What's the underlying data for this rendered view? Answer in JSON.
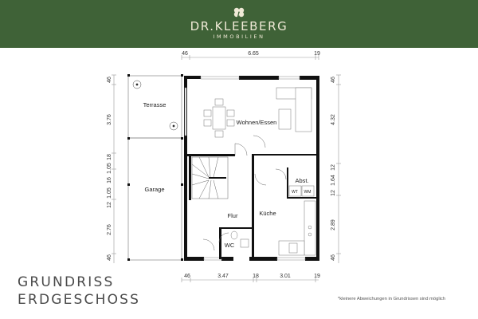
{
  "header": {
    "brand_name": "DR.KLEEBERG",
    "brand_sub": "IMMOBILIEN",
    "logo_icon": "clover-icon",
    "background_color": "#3f6237",
    "text_color": "#efe9d6"
  },
  "plan": {
    "rooms": {
      "terrasse": "Terrasse",
      "garage": "Garage",
      "wohnen": "Wohnen/Essen",
      "flur": "Flur",
      "kueche": "Küche",
      "abst": "Abst.",
      "wc": "WC",
      "wt": "WT",
      "wm": "WM"
    },
    "dims_top": [
      "46",
      "6.65",
      "19"
    ],
    "dims_bottom": [
      "46",
      "3.47",
      "18",
      "3.01",
      "19"
    ],
    "dims_left": [
      "46",
      "3.76",
      "18",
      "1.05",
      "16",
      "1.05",
      "12",
      "2.76",
      "46"
    ],
    "dims_right": [
      "46",
      "4.32",
      "12",
      "1.64",
      "12",
      "2.89",
      "46"
    ]
  },
  "footer": {
    "title_line1": "GRUNDRISS",
    "title_line2": "ERDGESCHOSS",
    "note": "*kleinere Abweichungen in Grundrissen sind möglich"
  }
}
